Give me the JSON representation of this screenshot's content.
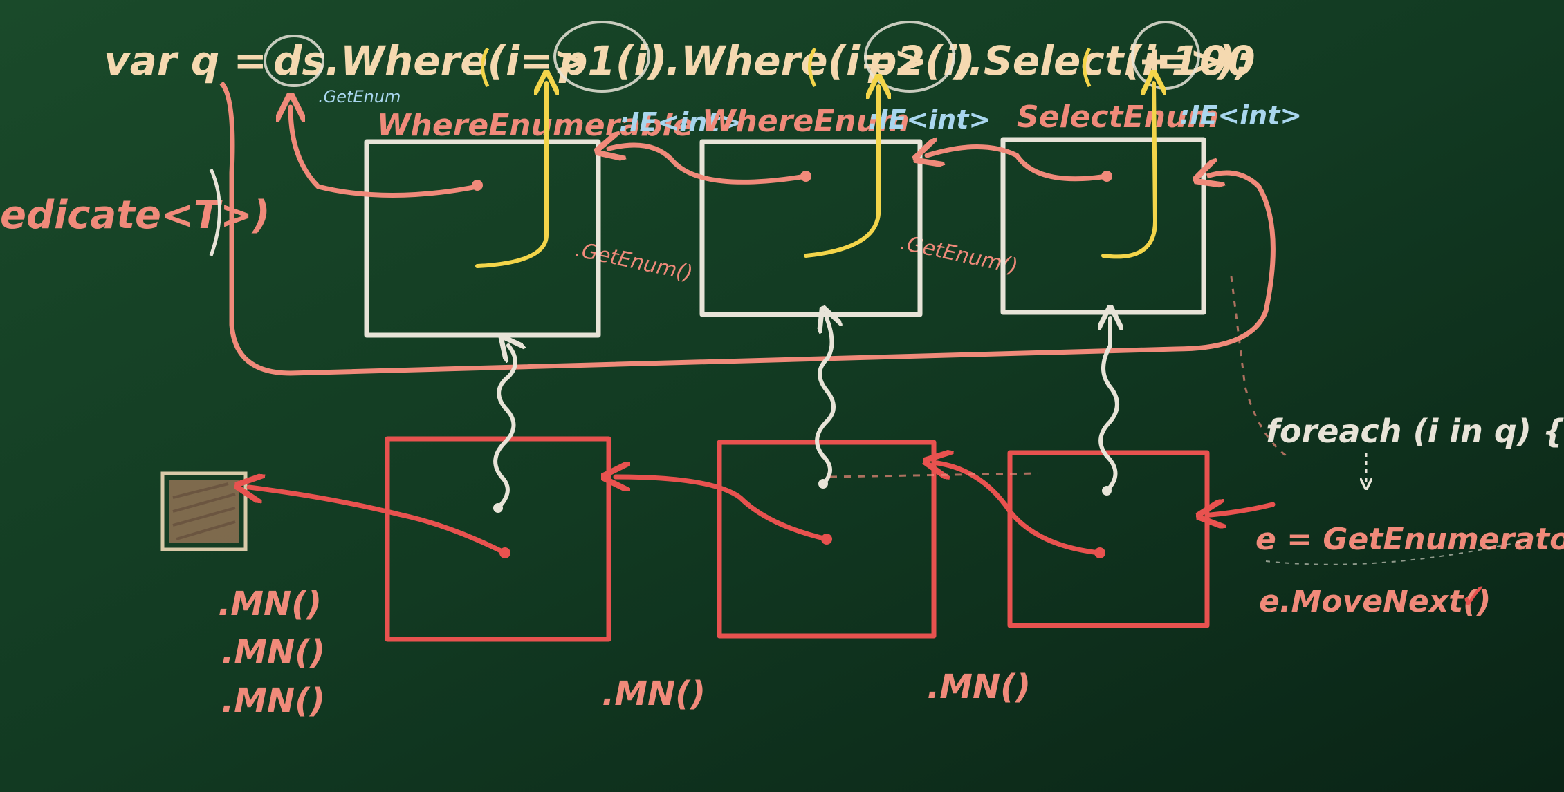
{
  "code_line": {
    "prefix": "var q =",
    "source": "ds",
    "where1": ".Where(i=>",
    "pred1": "p1(i)",
    "where1_close": ")",
    "where2": ".Where(i=>",
    "pred2": "p2(i)",
    "where2_close": ")",
    "select": ".Select(i=>",
    "proj": "i+100",
    "select_close": ");"
  },
  "left_label": "edicate<T>)",
  "small_labels": {
    "getenum_ds": ".GetEnum",
    "getenum_1": ".GetEnum()",
    "getenum_2": ".GetEnum()"
  },
  "enumerable_types": {
    "where1": "WhereEnumerable",
    "where1_type": ":IE<int>",
    "where2": "WhereEnum",
    "where2_type": ":IE<int>",
    "select": "SelectEnum",
    "select_type": ":IE<int>"
  },
  "foreach": {
    "header": "foreach (i in q) {",
    "line1": "e = GetEnumerator()",
    "line2": "e.MoveNext()",
    "check": "✓"
  },
  "movenext_labels": {
    "source_1": ".MN()",
    "source_2": ".MN()",
    "source_3": ".MN()",
    "enum1": ".MN()",
    "enum2": ".MN()"
  },
  "colors": {
    "board": "#12331f",
    "chalk_white": "#e8e4d8",
    "chalk_pink": "#f08a7a",
    "chalk_red": "#e8524f",
    "chalk_yellow": "#f3d54a",
    "chalk_blue": "#a9d6ee",
    "chalk_brown": "#8a6f52"
  }
}
